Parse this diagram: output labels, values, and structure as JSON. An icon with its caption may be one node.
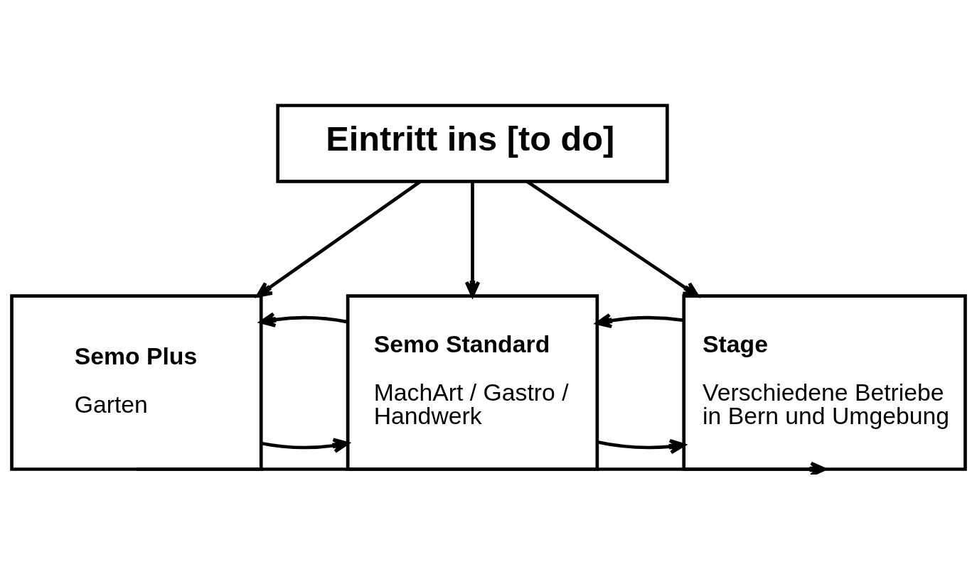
{
  "diagram": {
    "nodes": [
      {
        "text": [
          "Eintritt ins [to do]"
        ]
      },
      {
        "text": [
          "Semo Plus",
          "Garten"
        ]
      },
      {
        "text": [
          "Semo Standard",
          "MachArt / Gastro / Handwerk"
        ]
      },
      {
        "text": [
          "Stage",
          "Verschiedene Betriebe in Bern und Umgebung"
        ]
      }
    ],
    "edges": [
      {
        "from": 0,
        "to": 1,
        "arrow": "to"
      },
      {
        "from": 0,
        "to": 2,
        "arrow": "to"
      },
      {
        "from": 0,
        "to": 3,
        "arrow": "to"
      },
      {
        "from": 1,
        "to": 2,
        "arrow": "to"
      },
      {
        "from": 2,
        "to": 1,
        "arrow": "to"
      },
      {
        "from": 2,
        "to": 3,
        "arrow": "to"
      },
      {
        "from": 3,
        "to": 2,
        "arrow": "to"
      },
      {
        "from": 1,
        "to": 3,
        "arrow": "to"
      }
    ]
  }
}
